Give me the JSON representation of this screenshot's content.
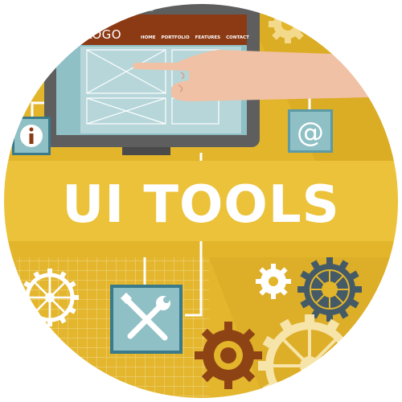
{
  "screen": {
    "logo_text": "LOGO",
    "nav_items": [
      "HOME",
      "PORTFOLIO",
      "FEATURES",
      "CONTACT"
    ]
  },
  "headline": "UI TOOLS",
  "icons": {
    "info": "info-icon",
    "at": "at-sign-icon",
    "tools": "wrench-screwdriver-icon",
    "gears": "gear-icon"
  },
  "colors": {
    "circle_yellow": "#E2B52B",
    "band_yellow": "#EBC23A",
    "screen_brown": "#8B3A14",
    "monitor_gray": "#5E5E5E",
    "teal": "#87B8BD",
    "gear_brown": "#8E4314",
    "gear_dark": "#455A67"
  }
}
